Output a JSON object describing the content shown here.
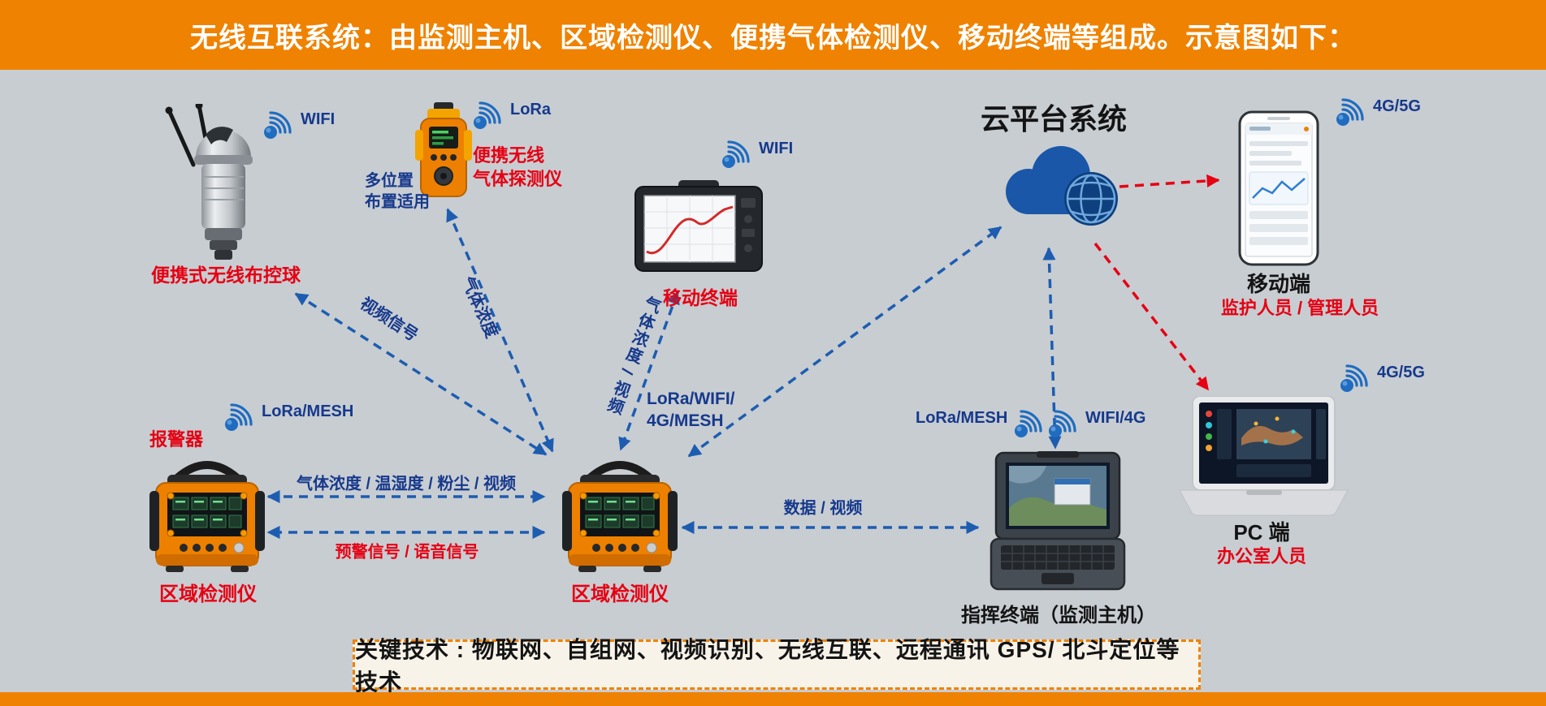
{
  "banner": {
    "text": "无线互联系统：由监测主机、区域检测仪、便携气体检测仪、移动终端等组成。示意图如下："
  },
  "cloud": {
    "title": "云平台系统"
  },
  "devices": {
    "control_ball": {
      "label": "便携式无线布控球",
      "signal": "WIFI"
    },
    "gas_detector": {
      "label_line1": "便携无线",
      "label_line2": "气体探测仪",
      "note_line1": "多位置",
      "note_line2": "布置适用",
      "signal": "LoRa"
    },
    "tablet": {
      "label": "移动终端",
      "signal": "WIFI"
    },
    "phone": {
      "label": "移动端",
      "roles": "监护人员 / 管理人员",
      "signal": "4G/5G"
    },
    "pc": {
      "label": "PC 端",
      "roles": "办公室人员",
      "signal": "4G/5G"
    },
    "command_terminal": {
      "label": "指挥终端（监测主机）",
      "signal_left": "LoRa/MESH",
      "signal_right": "WIFI/4G"
    },
    "area_detector_left": {
      "label": "区域检测仪",
      "alarm_label": "报警器",
      "signal": "LoRa/MESH"
    },
    "area_detector_center": {
      "label": "区域检测仪"
    }
  },
  "links": {
    "video_signal": "视频信号",
    "gas_concentration": "气体浓度",
    "gas_video": "气体浓度 / 视频",
    "backbone_line1": "LoRa/WIFI/",
    "backbone_line2": "4G/MESH",
    "sensor_data": "气体浓度 / 温湿度 / 粉尘 / 视频",
    "warning_signals": "预警信号 / 语音信号",
    "data_video": "数据 / 视频"
  },
  "footer": {
    "text": "关键技术 : 物联网、自组网、视频识别、无线互联、远程通讯 GPS/ 北斗定位等技术"
  },
  "colors": {
    "banner_orange": "#EF8200",
    "background": "#C8CDD2",
    "link_blue": "#1D5DB0",
    "text_navy": "#16398C",
    "alert_red": "#E60012",
    "cloud_blue": "#1A57A8"
  }
}
